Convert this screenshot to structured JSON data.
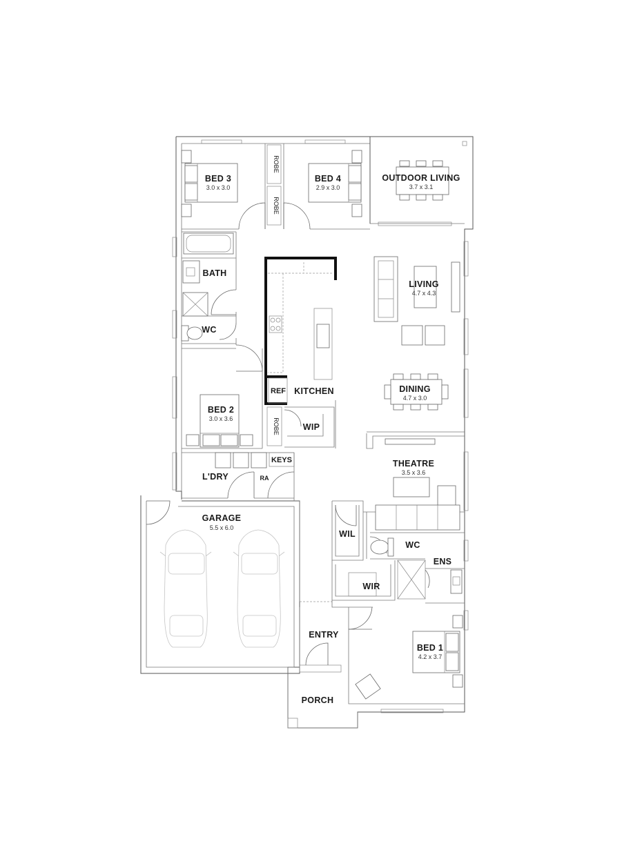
{
  "rooms": {
    "bed3": {
      "name": "BED 3",
      "dim": "3.0 x 3.0"
    },
    "bed4": {
      "name": "BED 4",
      "dim": "2.9 x 3.0"
    },
    "outdoor": {
      "name": "OUTDOOR LIVING",
      "dim": "3.7 x 3.1"
    },
    "bath": {
      "name": "BATH"
    },
    "wc_main": {
      "name": "WC"
    },
    "living": {
      "name": "LIVING",
      "dim": "4.7 x 4.3"
    },
    "dining": {
      "name": "DINING",
      "dim": "4.7 x 3.0"
    },
    "kitchen": {
      "name": "KITCHEN"
    },
    "ref": {
      "name": "REF"
    },
    "wip": {
      "name": "WIP"
    },
    "bed2": {
      "name": "BED 2",
      "dim": "3.0 x 3.6"
    },
    "robe1": {
      "name": "ROBE"
    },
    "robe2": {
      "name": "ROBE"
    },
    "robe3": {
      "name": "ROBE"
    },
    "keys": {
      "name": "KEYS"
    },
    "ldry": {
      "name": "L'DRY"
    },
    "ra": {
      "name": "RA"
    },
    "theatre": {
      "name": "THEATRE",
      "dim": "3.5 x 3.6"
    },
    "garage": {
      "name": "GARAGE",
      "dim": "5.5 x 6.0"
    },
    "wil": {
      "name": "WIL"
    },
    "wc_ens": {
      "name": "WC"
    },
    "ens": {
      "name": "ENS"
    },
    "wir": {
      "name": "WIR"
    },
    "entry": {
      "name": "ENTRY"
    },
    "bed1": {
      "name": "BED 1",
      "dim": "4.2 x 3.7"
    },
    "porch": {
      "name": "PORCH"
    }
  },
  "colors": {
    "wall": "#555555",
    "heavy_wall": "#111111",
    "car_outline": "#c4c4c4",
    "background": "#ffffff"
  }
}
